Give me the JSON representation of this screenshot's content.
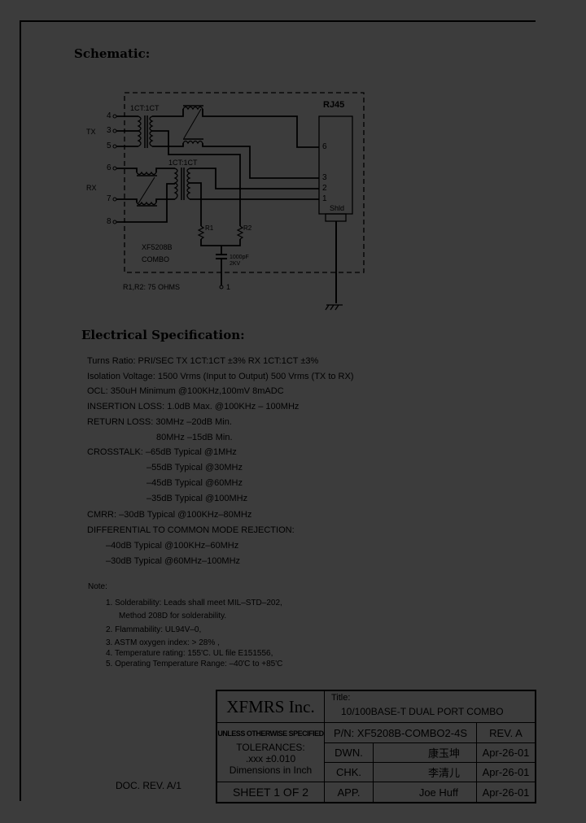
{
  "schematic": {
    "heading": "Schematic:",
    "connector": "RJ45",
    "shield_label": "Shld",
    "ratio_tx": "1CT:1CT",
    "ratio_rx": "1CT:1CT",
    "tx_label": "TX",
    "rx_label": "RX",
    "pins_left": [
      "4",
      "3",
      "5",
      "6",
      "7",
      "8"
    ],
    "pins_rj45": [
      "6",
      "3",
      "2",
      "1"
    ],
    "r1": "R1",
    "r2": "R2",
    "cap_value": "1000pF",
    "cap_voltage": "2KV",
    "part_line1": "XF5208B",
    "part_line2": "COMBO",
    "resistor_note": "R1,R2: 75 OHMS",
    "pin_1": "1"
  },
  "spec": {
    "heading": "Electrical Specification:",
    "lines": [
      "Turns Ratio: PRI/SEC TX 1CT:1CT ±3%   RX 1CT:1CT ±3%",
      "Isolation Voltage: 1500 Vrms (Input to Output)  500 Vrms (TX to RX)",
      "OCL: 350uH Minimum @100KHz,100mV 8mADC",
      "INSERTION LOSS: 1.0dB Max. @100KHz – 100MHz",
      "RETURN LOSS: 30MHz  –20dB Min.",
      "80MHz  –15dB Min.",
      "CROSSTALK: –65dB Typical @1MHz",
      "–55dB Typical @30MHz",
      "–45dB Typical @60MHz",
      "–35dB Typical @100MHz",
      "CMRR: –30dB Typical @100KHz–80MHz",
      "DIFFERENTIAL TO COMMON MODE REJECTION:",
      "–40dB Typical @100KHz–60MHz",
      "–30dB Typical @60MHz–100MHz"
    ]
  },
  "notes": {
    "heading": "Note:",
    "items": [
      "1. Solderability: Leads shall meet MIL–STD–202,",
      "Method 208D for solderability.",
      "2. Flammability: UL94V–0,",
      "3. ASTM oxygen index: > 28% ,",
      "4. Temperature rating: 155'C. UL file E151556,",
      "5. Operating Temperature Range: –40'C to +85'C"
    ]
  },
  "doc_rev": "DOC. REV. A/1",
  "title_block": {
    "company": "XFMRS Inc.",
    "title_label": "Title:",
    "title": "10/100BASE-T DUAL PORT COMBO",
    "unless": "UNLESS OTHERWISE SPECIFIED",
    "tolerances": "TOLERANCES:",
    "tolerance_value": ".xxx ±0.010",
    "dimensions": "Dimensions in Inch",
    "sheet": "SHEET 1 OF 2",
    "part_number": "P/N: XF5208B-COMBO2-4S",
    "rev": "REV. A",
    "rows": [
      {
        "role": "DWN.",
        "name": "康玉坤",
        "date": "Apr-26-01"
      },
      {
        "role": "CHK.",
        "name": "李清儿",
        "date": "Apr-26-01"
      },
      {
        "role": "APP.",
        "name": "Joe Huff",
        "date": "Apr-26-01"
      }
    ]
  }
}
